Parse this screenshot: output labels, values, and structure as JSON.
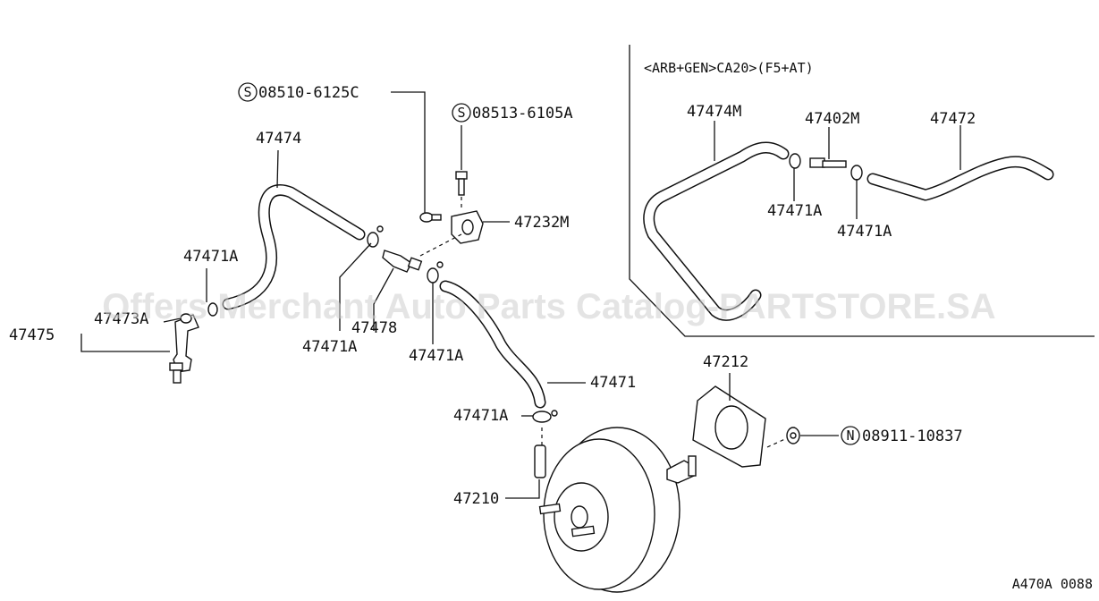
{
  "inset": {
    "variant_label": "<ARB+GEN>CA20>(F5+AT)"
  },
  "labels": {
    "p08510_6125C": "08510-6125C",
    "p08513_6105A": "08513-6105A",
    "p47474": "47474",
    "p47232M": "47232M",
    "p47471A_left": "47471A",
    "p47473A": "47473A",
    "p47475": "47475",
    "p47471A_mid1": "47471A",
    "p47478": "47478",
    "p47471A_mid2": "47471A",
    "p47471": "47471",
    "p47471A_lower": "47471A",
    "p47210": "47210",
    "p47212": "47212",
    "p08911_10837": "08911-10837",
    "p47474M": "47474M",
    "p47402M": "47402M",
    "p47472": "47472",
    "p47471A_inset1": "47471A",
    "p47471A_inset2": "47471A"
  },
  "symbols": {
    "s1": "S",
    "s2": "S",
    "n1": "N"
  },
  "watermark": "Offers Merchant Auto Parts Catalog-PARTSTORE.SA",
  "diagram_code": "A470A 0088"
}
